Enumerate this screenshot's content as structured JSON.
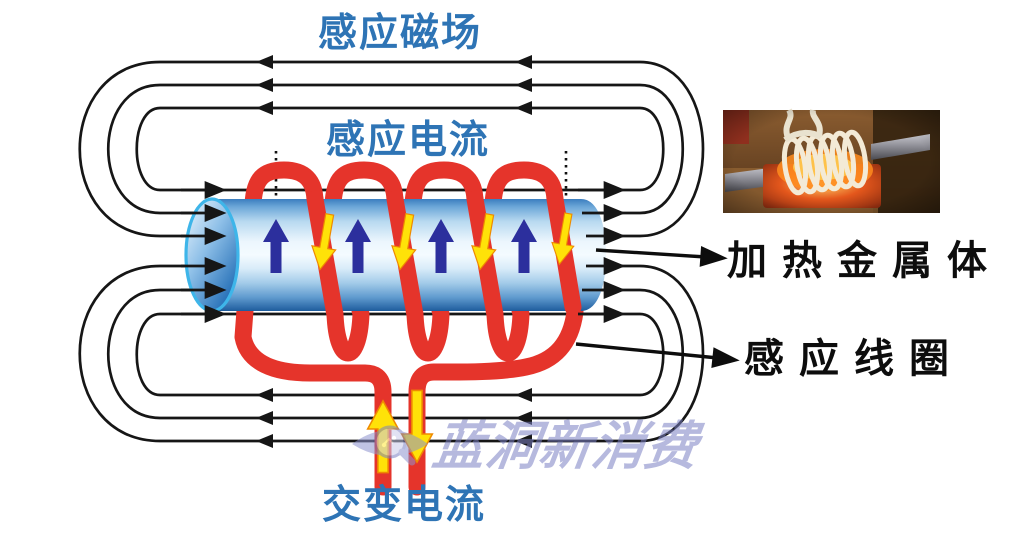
{
  "labels": {
    "induced_magnetic_field": "感应磁场",
    "induced_current": "感应电流",
    "alternating_current": "交变电流",
    "heated_metal_body": "加热金属体",
    "induction_coil": "感应线圈"
  },
  "watermark": {
    "text": "蓝洞新消费",
    "logo": "eye-magnifier-icon"
  },
  "photo": {
    "alt": "induction coil heating a glowing metal workpiece"
  },
  "colors": {
    "label_blue": "#2E74B5",
    "label_black": "#0d0d0d",
    "field_line_black": "#161616",
    "coil_red": "#E5342B",
    "current_yellow": "#FFE208",
    "eddy_arrow_navy": "#2C2F9D",
    "cylinder_light": "#F2FAFE",
    "cylinder_dark": "#1E5C9D",
    "cylinder_rim_cyan": "#3EB5E9",
    "watermark_purple": "#7B81C4"
  }
}
